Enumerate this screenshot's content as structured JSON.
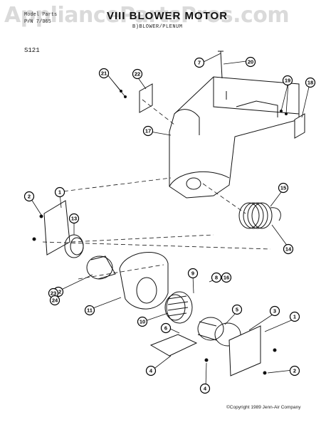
{
  "header": {
    "line1": "Model Parts",
    "line2": "P/N 7/365",
    "title": "VIII  BLOWER  MOTOR",
    "subtitle": "B)BLOWER/PLENUM",
    "page_id": "S121"
  },
  "watermark": "AppliancePartsPros.com",
  "copyright": "©Copyright 1989 Jenn-Air Company",
  "callouts": [
    "7",
    "20",
    "21",
    "22",
    "19",
    "18",
    "17",
    "15",
    "14",
    "2",
    "1",
    "13",
    "12",
    "23",
    "24",
    "11",
    "10",
    "9",
    "8",
    "16",
    "6",
    "5",
    "3",
    "1",
    "4",
    "2",
    "4"
  ]
}
